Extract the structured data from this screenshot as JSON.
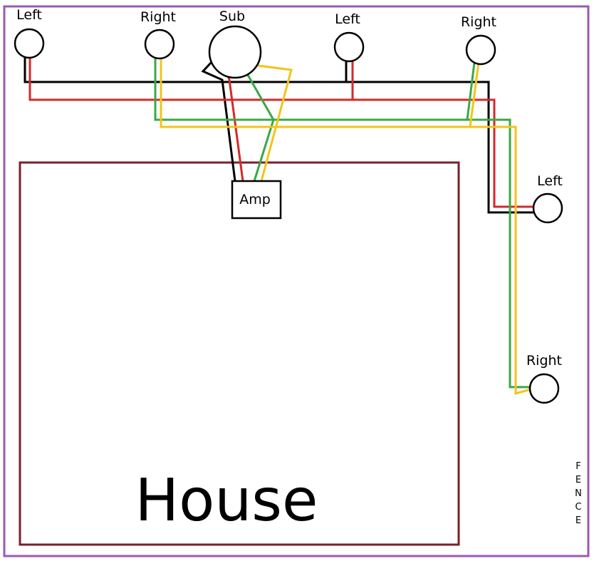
{
  "speakers": {
    "top_left_1": "Left",
    "top_right_1": "Right",
    "sub": "Sub",
    "top_left_2": "Left",
    "top_right_2": "Right",
    "side_left": "Left",
    "side_right": "Right"
  },
  "amp_label": "Amp",
  "house_label": "House",
  "fence_letters": [
    "F",
    "E",
    "N",
    "C",
    "E"
  ],
  "colors": {
    "border": "#9b59b6",
    "house": "#7b1f2e",
    "wire_black": "#000000",
    "wire_red": "#d42a2a",
    "wire_green": "#3aa845",
    "wire_yellow": "#f2c41a"
  }
}
